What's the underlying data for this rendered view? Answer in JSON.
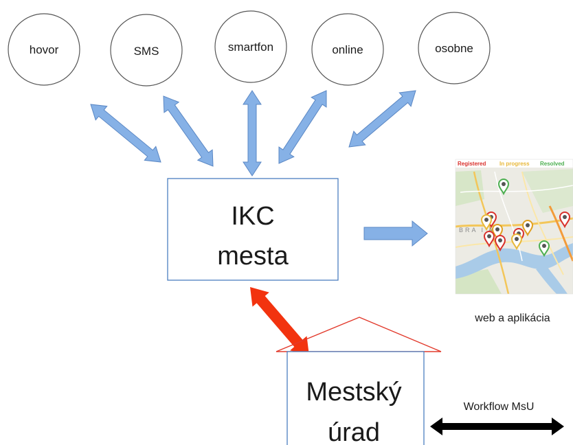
{
  "channels": [
    {
      "id": "hovor",
      "label": "hovor"
    },
    {
      "id": "sms",
      "label": "SMS"
    },
    {
      "id": "smartfon",
      "label": "smartfon"
    },
    {
      "id": "online",
      "label": "online"
    },
    {
      "id": "osobne",
      "label": "osobne"
    }
  ],
  "ikc": {
    "line1": "IKC",
    "line2": "mesta"
  },
  "office": {
    "line1": "Mestský",
    "line2": "úrad"
  },
  "map": {
    "caption": "web a aplikácia",
    "legend": [
      {
        "label": "Registered",
        "color": "#d9302b"
      },
      {
        "label": "In progress",
        "color": "#e8b83a"
      },
      {
        "label": "Resolved",
        "color": "#4caf50"
      }
    ],
    "city_label": "BRA  I  A"
  },
  "workflow": {
    "label": "Workflow MsU"
  },
  "colors": {
    "arrow_blue": "#86b1e6",
    "arrow_blue_stroke": "#5a87c4",
    "arrow_red": "#f2330f",
    "arrow_black": "#000000",
    "box_stroke": "#4a7ebf",
    "roof_stroke": "#e23a2c"
  }
}
